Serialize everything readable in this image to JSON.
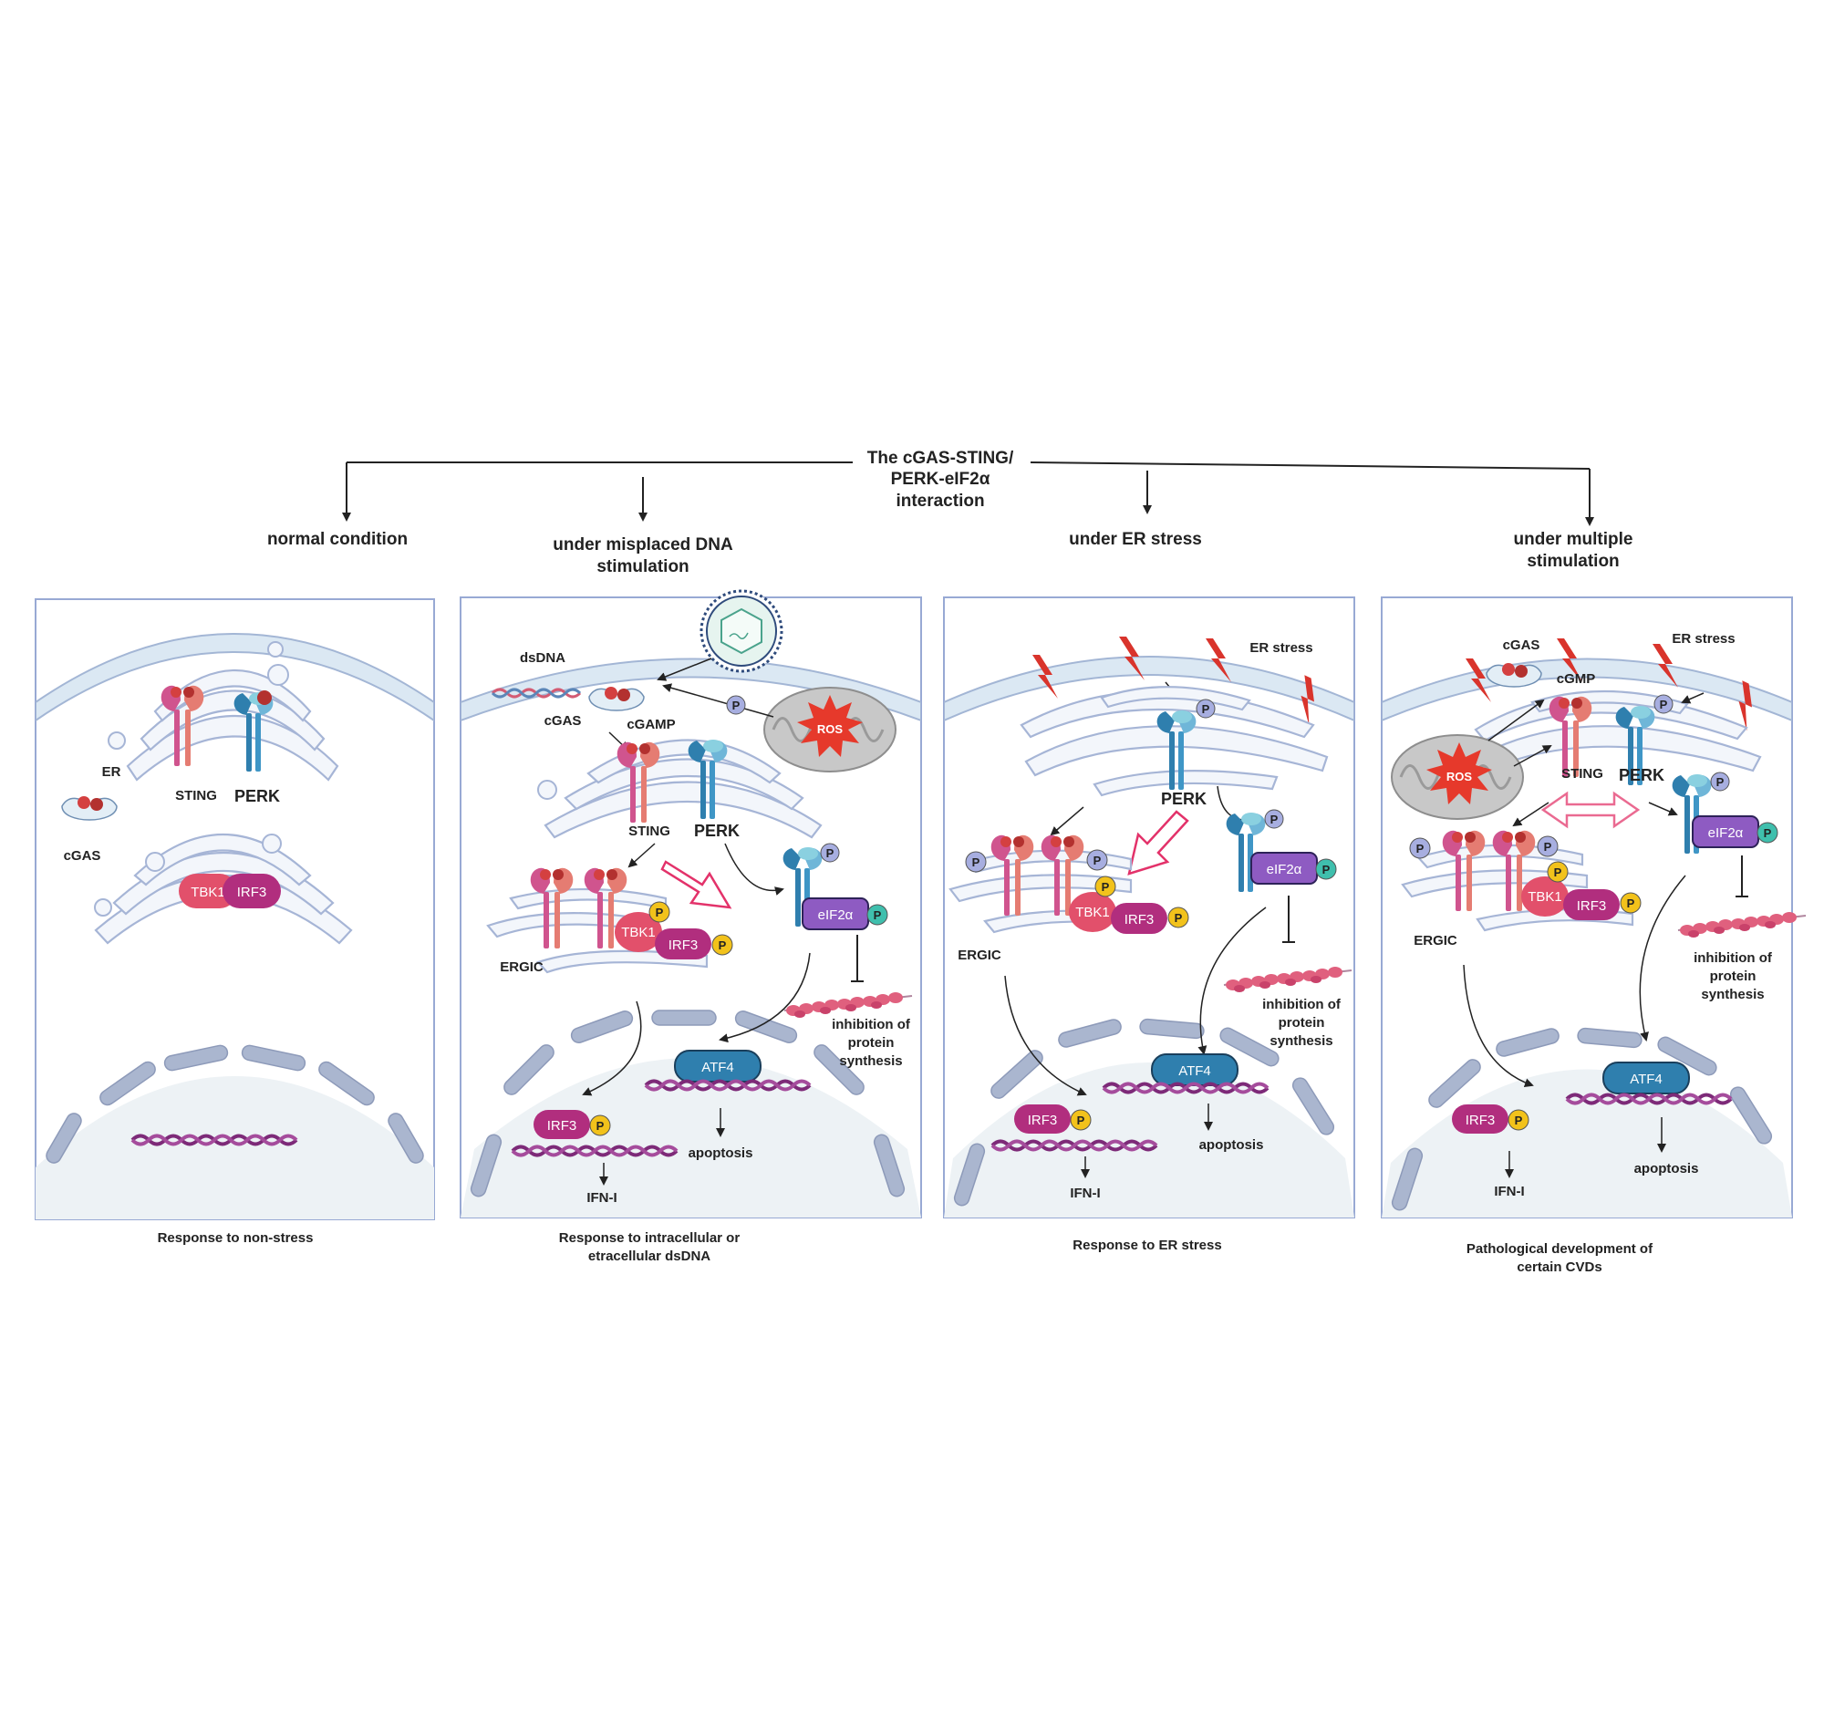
{
  "root": {
    "title_line1": "The cGAS-STING/",
    "title_line2": "PERK-eIF2α",
    "title_line3": "interaction"
  },
  "headers": {
    "p1": "normal condition",
    "p2_line1": "under misplaced DNA",
    "p2_line2": "stimulation",
    "p3": "under ER stress",
    "p4_line1": "under multiple",
    "p4_line2": "stimulation"
  },
  "captions": {
    "p1": "Response to non-stress",
    "p2_line1": "Response to intracellular or",
    "p2_line2": "etracellular dsDNA",
    "p3": "Response to ER stress",
    "p4_line1": "Pathological development of",
    "p4_line2": "certain CVDs"
  },
  "labels": {
    "er": "ER",
    "cgas": "cGAS",
    "sting": "STING",
    "perk": "PERK",
    "tbk1": "TBK1",
    "irf3": "IRF3",
    "dsdna": "dsDNA",
    "cgamp": "cGAMP",
    "cgmp": "cGMP",
    "ros": "ROS",
    "ergic": "ERGIC",
    "eif2a": "eIF2α",
    "atf4": "ATF4",
    "apoptosis": "apoptosis",
    "ifn": "IFN-I",
    "inhib1": "inhibition of",
    "inhib2": "protein",
    "inhib3": "synthesis",
    "er_stress": "ER stress",
    "p": "P"
  },
  "colors": {
    "sting": "#d0548e",
    "perk": "#2f7fae",
    "tbk1": "#e2506b",
    "irf3": "#b12e7e",
    "eif2a": "#8e5bc2",
    "atf4": "#2f7fae",
    "phos_yellow": "#f2c21b",
    "phos_teal": "#3fbfad",
    "phos_lav": "#a7aee0",
    "stress": "#d9342c",
    "dna": "#7d2a78",
    "mito": "#c8c8c8"
  }
}
